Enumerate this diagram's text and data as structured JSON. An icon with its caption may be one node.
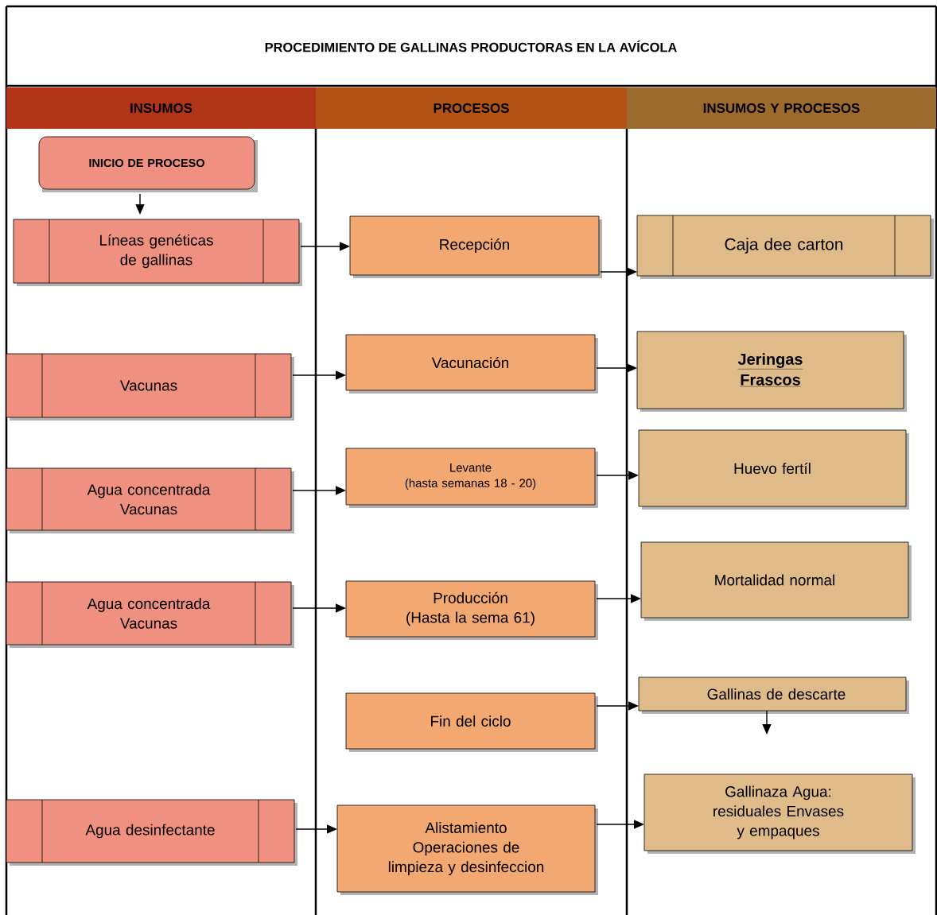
{
  "diagram": {
    "title": "PROCEDIMIENTO DE GALLINAS PRODUCTORAS EN LA AVÍCOLA",
    "nodes": [
      {
        "text": [
          "INSUMOS"
        ]
      },
      {
        "text": [
          "PROCESOS"
        ]
      },
      {
        "text": [
          "INSUMOS Y PROCESOS"
        ]
      },
      {
        "text": [
          "INICIO DE PROCESO"
        ]
      },
      {
        "text": [
          "Líneas genéticas de gallinas"
        ]
      },
      {
        "text": [
          "Recepción"
        ]
      },
      {
        "text": [
          "Caja dee carton"
        ]
      },
      {
        "text": [
          "Vacunas"
        ]
      },
      {
        "text": [
          "Vacunación"
        ]
      },
      {
        "text": [
          "Jeringas",
          "Frascos"
        ]
      },
      {
        "text": [
          "Agua concentrada Vacunas"
        ]
      },
      {
        "text": [
          "Levante",
          "(hasta semanas 18 - 20)"
        ]
      },
      {
        "text": [
          "Huevo fertíl"
        ]
      },
      {
        "text": [
          "Agua concentrada Vacunas"
        ]
      },
      {
        "text": [
          "Producción",
          "(Hasta la sema 61)"
        ]
      },
      {
        "text": [
          "Mortalidad normal"
        ]
      },
      {
        "text": [
          "Fin del ciclo"
        ]
      },
      {
        "text": [
          "Gallinas de descarte"
        ]
      },
      {
        "text": [
          "Agua desinfectante"
        ]
      },
      {
        "text": [
          "Alistamiento",
          "Operaciones de limpieza y desinfeccion"
        ]
      },
      {
        "text": [
          "Gallinaza Agua: residuales Envases y empaques"
        ]
      }
    ],
    "edges": [
      {
        "from": 3,
        "to": 4,
        "arrow": "to"
      },
      {
        "from": 4,
        "to": 5,
        "arrow": "to"
      },
      {
        "from": 5,
        "to": 6,
        "arrow": "to"
      },
      {
        "from": 7,
        "to": 8,
        "arrow": "to"
      },
      {
        "from": 8,
        "to": 9,
        "arrow": "to"
      },
      {
        "from": 10,
        "to": 11,
        "arrow": "to"
      },
      {
        "from": 11,
        "to": 12,
        "arrow": "to"
      },
      {
        "from": 13,
        "to": 14,
        "arrow": "to"
      },
      {
        "from": 14,
        "to": 15,
        "arrow": "to"
      },
      {
        "from": 16,
        "to": 17,
        "arrow": "to"
      },
      {
        "from": 17,
        "to": null,
        "arrow": "to"
      },
      {
        "from": 18,
        "to": 19,
        "arrow": "to"
      },
      {
        "from": 19,
        "to": 20,
        "arrow": "to"
      }
    ]
  }
}
